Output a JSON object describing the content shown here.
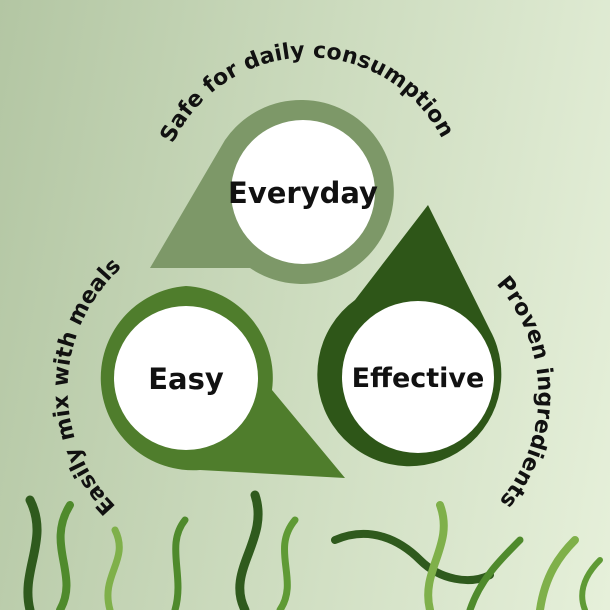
{
  "drops": [
    {
      "label": "Everyday",
      "caption": "Safe for daily consumption",
      "color": "#7d9868"
    },
    {
      "label": "Easy",
      "caption": "Easily mix with meals",
      "color": "#4f7d2c"
    },
    {
      "label": "Effective",
      "caption": "Proven ingredients",
      "color": "#2e5618"
    }
  ],
  "colors": {
    "seaweed_light": "#7fb04a",
    "seaweed_dark": "#2f5a1d"
  }
}
